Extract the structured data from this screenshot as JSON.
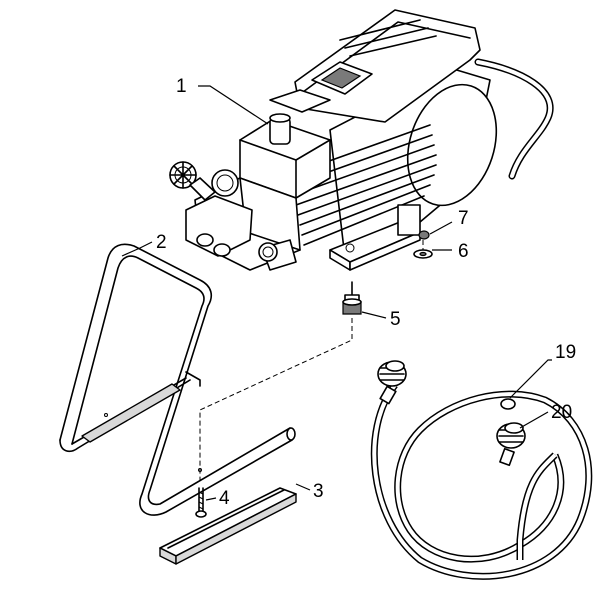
{
  "callouts": {
    "c1": "1",
    "c2": "2",
    "c3": "3",
    "c4": "4",
    "c5": "5",
    "c6": "6",
    "c7": "7",
    "c19": "19",
    "c20": "20"
  },
  "colors": {
    "line": "#000000",
    "shade": "#d9d9d9",
    "dark": "#7a7a7a",
    "background": "#ffffff"
  }
}
